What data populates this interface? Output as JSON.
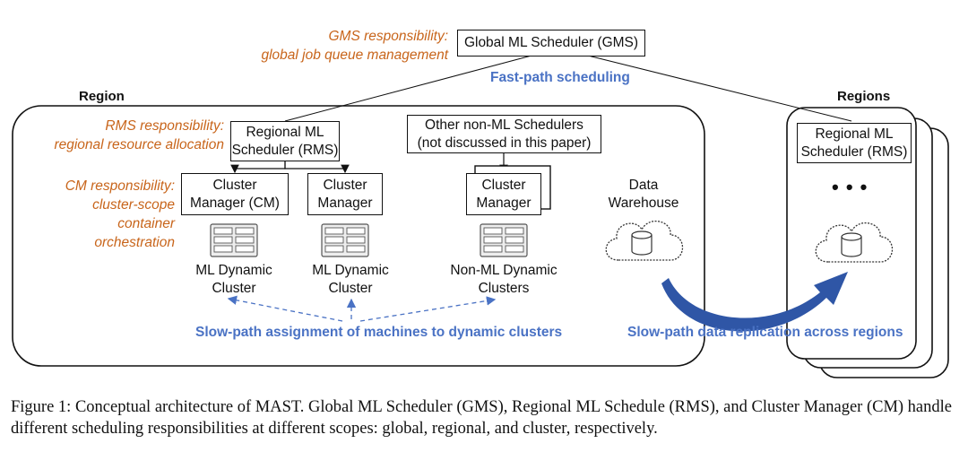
{
  "gms": {
    "box_label": "Global ML Scheduler (GMS)",
    "responsibility": "GMS responsibility:\nglobal job queue management"
  },
  "fast_path": "Fast-path scheduling",
  "region": {
    "title": "Region",
    "rms_responsibility": "RMS responsibility:\nregional resource allocation",
    "cm_responsibility": "CM responsibility:\ncluster-scope\ncontainer\norchestration",
    "rms_box": "Regional ML\nScheduler (RMS)",
    "other_schedulers_box": "Other non-ML Schedulers\n(not discussed in this paper)",
    "cm1_box": "Cluster\nManager (CM)",
    "cm2_box": "Cluster\nManager",
    "cm3_box": "Cluster\nManager",
    "cluster1_label": "ML Dynamic\nCluster",
    "cluster2_label": "ML Dynamic\nCluster",
    "cluster3_label": "Non-ML Dynamic\nClusters",
    "data_warehouse": "Data\nWarehouse",
    "slow_path_assignment": "Slow-path assignment of machines to dynamic clusters"
  },
  "regions": {
    "title": "Regions",
    "rms_box": "Regional ML\nScheduler (RMS)",
    "ellipsis": "• • •"
  },
  "slow_path_replication": "Slow-path data replication across regions",
  "caption": "Figure 1: Conceptual architecture of MAST. Global ML Scheduler (GMS), Regional ML Schedule (RMS), and Cluster Manager (CM) handle different scheduling responsibilities at different scopes: global, regional, and cluster, respectively.",
  "colors": {
    "orange": "#c8651b",
    "blue": "#4a72c4",
    "dark_blue_arrow": "#2f56a6"
  },
  "icons": [
    "server-rack-icon",
    "cloud-database-icon"
  ]
}
